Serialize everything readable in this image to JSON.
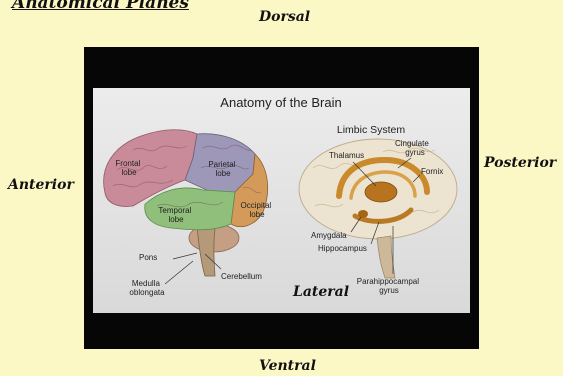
{
  "page": {
    "title": "Anatomical Planes",
    "dorsal": "Dorsal",
    "ventral": "Ventral",
    "anterior": "Anterior",
    "posterior": "Posterior"
  },
  "figure": {
    "heading": "Anatomy of the Brain",
    "limbic_heading": "Limbic System",
    "overlay_label": "Lateral",
    "left_brain_labels": {
      "frontal": [
        "Frontal",
        "lobe"
      ],
      "parietal": [
        "Parietal",
        "lobe"
      ],
      "temporal": [
        "Temporal",
        "lobe"
      ],
      "occipital": [
        "Occipital",
        "lobe"
      ],
      "pons": "Pons",
      "medulla": [
        "Medulla",
        "oblongata"
      ],
      "cerebellum": "Cerebellum"
    },
    "right_brain_labels": {
      "thalamus": "Thalamus",
      "cingulate": [
        "Cingulate",
        "gyrus"
      ],
      "fornix": "Fornix",
      "amygdala": "Amygdala",
      "hippocampus": "Hippocampus",
      "parahippocampal": [
        "Parahippocampal",
        "gyrus"
      ]
    },
    "colors": {
      "frontal": "#c98a9a",
      "parietal": "#9d97b8",
      "temporal": "#8fbf7a",
      "occipital": "#d49a5a",
      "limbic": "#c88a2a",
      "brainstem": "#b49a78"
    }
  }
}
